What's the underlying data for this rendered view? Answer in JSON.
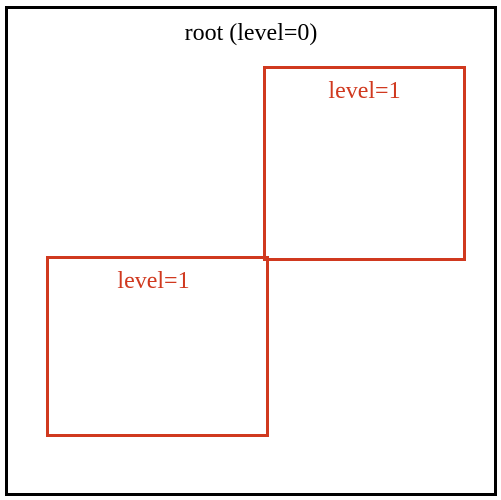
{
  "diagram": {
    "root": {
      "label": "root (level=0)",
      "border_color": "#000000"
    },
    "children": [
      {
        "label": "level=1",
        "border_color": "#d0391f"
      },
      {
        "label": "level=1",
        "border_color": "#d0391f"
      }
    ]
  }
}
